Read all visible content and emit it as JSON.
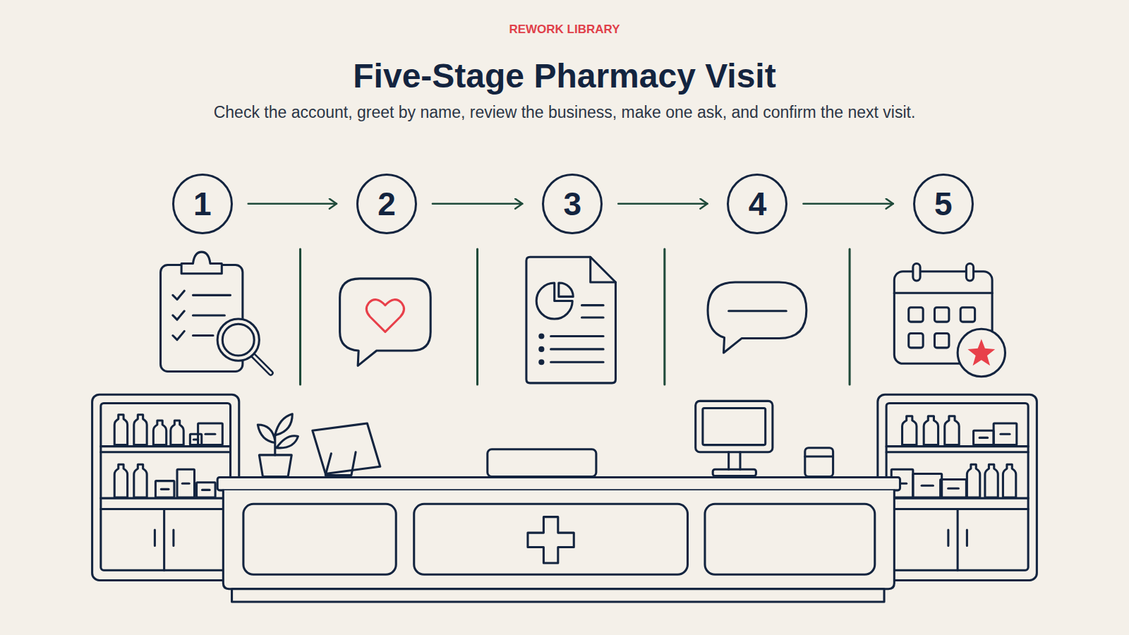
{
  "diagram": {
    "title": "Five-Stage Pharmacy Visit",
    "caption": "Check the account, greet by name, review the business, make one ask, and confirm the next visit.",
    "nodes": [
      {
        "text": [
          "1"
        ]
      },
      {
        "text": [
          "2"
        ]
      },
      {
        "text": [
          "3"
        ]
      },
      {
        "text": [
          "4"
        ]
      },
      {
        "text": [
          "5"
        ]
      }
    ],
    "edges": [
      {
        "from": 0,
        "to": 1,
        "arrow": "to"
      },
      {
        "from": 1,
        "to": 2,
        "arrow": "to"
      },
      {
        "from": 2,
        "to": 3,
        "arrow": "to"
      },
      {
        "from": 3,
        "to": 4,
        "arrow": "to"
      }
    ],
    "labels": [
      "REWORK LIBRARY"
    ]
  }
}
